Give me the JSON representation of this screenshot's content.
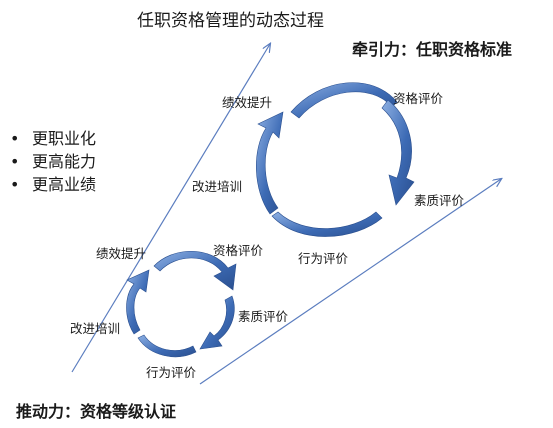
{
  "title": "任职资格管理的动态过程",
  "pull_force": "牵引力：任职资格标准",
  "push_force": "推动力：资格等级认证",
  "goals": [
    "更职业化",
    "更高能力",
    "更高业绩"
  ],
  "large_cycle": {
    "stages": [
      "绩效提升",
      "资格评价",
      "素质评价",
      "行为评价",
      "改进培训"
    ]
  },
  "small_cycle": {
    "stages": [
      "绩效提升",
      "资格评价",
      "素质评价",
      "行为评价",
      "改进培训"
    ]
  },
  "colors": {
    "guide_line": "#5b7dbf",
    "arrow_fill": "#3d6bb5",
    "arrow_dark": "#2a4f8f",
    "arrow_light": "#8eb0e3",
    "text": "#1a1a1a"
  }
}
